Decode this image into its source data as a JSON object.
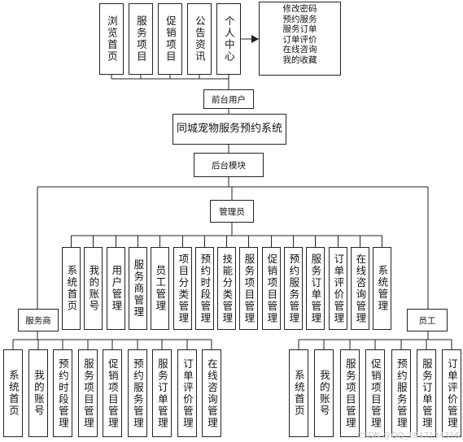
{
  "front": {
    "label": "前台用户",
    "modules": [
      "浏览首页",
      "服务项目",
      "促销项目",
      "公告资讯",
      "个人中心"
    ],
    "personal_center_items": [
      "修改密码",
      "预约服务",
      "服务订单",
      "订单评价",
      "在线咨询",
      "我的收藏"
    ]
  },
  "system": {
    "title": "同城宠物服务预约系统"
  },
  "backend": {
    "label": "后台模块",
    "admin": {
      "label": "管理员",
      "modules": [
        "系统首页",
        "我的账号",
        "用户管理",
        "服务商管理",
        "员工管理",
        "项目分类管理",
        "预约时段管理",
        "技能分类管理",
        "服务项目管理",
        "促销项目管理",
        "预约服务管理",
        "服务订单管理",
        "订单评价管理",
        "在线咨询管理",
        "系统管理"
      ]
    },
    "provider": {
      "label": "服务商",
      "modules": [
        "系统首页",
        "我的账号",
        "预约时段管理",
        "服务项目管理",
        "促销项目管理",
        "预约服务管理",
        "服务订单管理",
        "订单评价管理",
        "在线咨询管理"
      ]
    },
    "staff": {
      "label": "员工",
      "modules": [
        "系统首页",
        "我的账号",
        "服务项目管理",
        "促销项目管理",
        "预约服务管理",
        "服务订单管理",
        "订单评价管理"
      ]
    }
  },
  "watermark": "CSDN @QQ_1647134316"
}
